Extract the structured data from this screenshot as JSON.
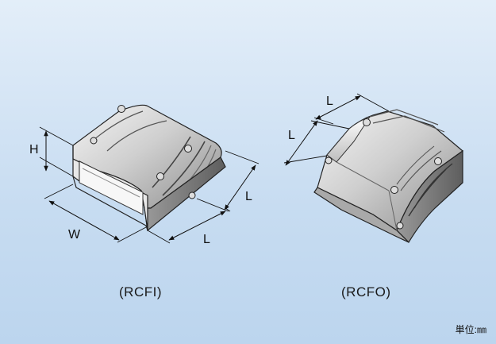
{
  "figures": [
    {
      "caption": "(RCFI)",
      "dimensions": {
        "height": "H",
        "width": "W",
        "length_1": "L",
        "length_2": "L"
      }
    },
    {
      "caption": "(RCFO)",
      "dimensions": {
        "length_1": "L",
        "length_2": "L"
      }
    }
  ],
  "unit_label": "単位:㎜"
}
